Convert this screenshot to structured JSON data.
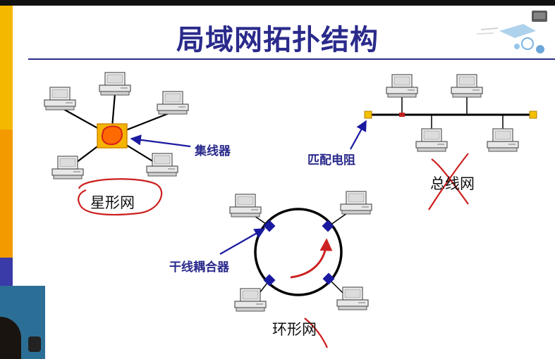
{
  "slide": {
    "title": "局域网拓扑结构",
    "accent_color": "#2a2a8c",
    "star": {
      "hub_label": "集线器",
      "caption": "星形网"
    },
    "bus": {
      "terminator_label": "匹配电阻",
      "caption": "总线网"
    },
    "ring": {
      "coupler_label": "干线耦合器",
      "caption": "环形网"
    }
  },
  "icons": [
    "computer-icon",
    "hub-icon",
    "coupler-icon",
    "terminator-icon",
    "network-logo-icon"
  ]
}
